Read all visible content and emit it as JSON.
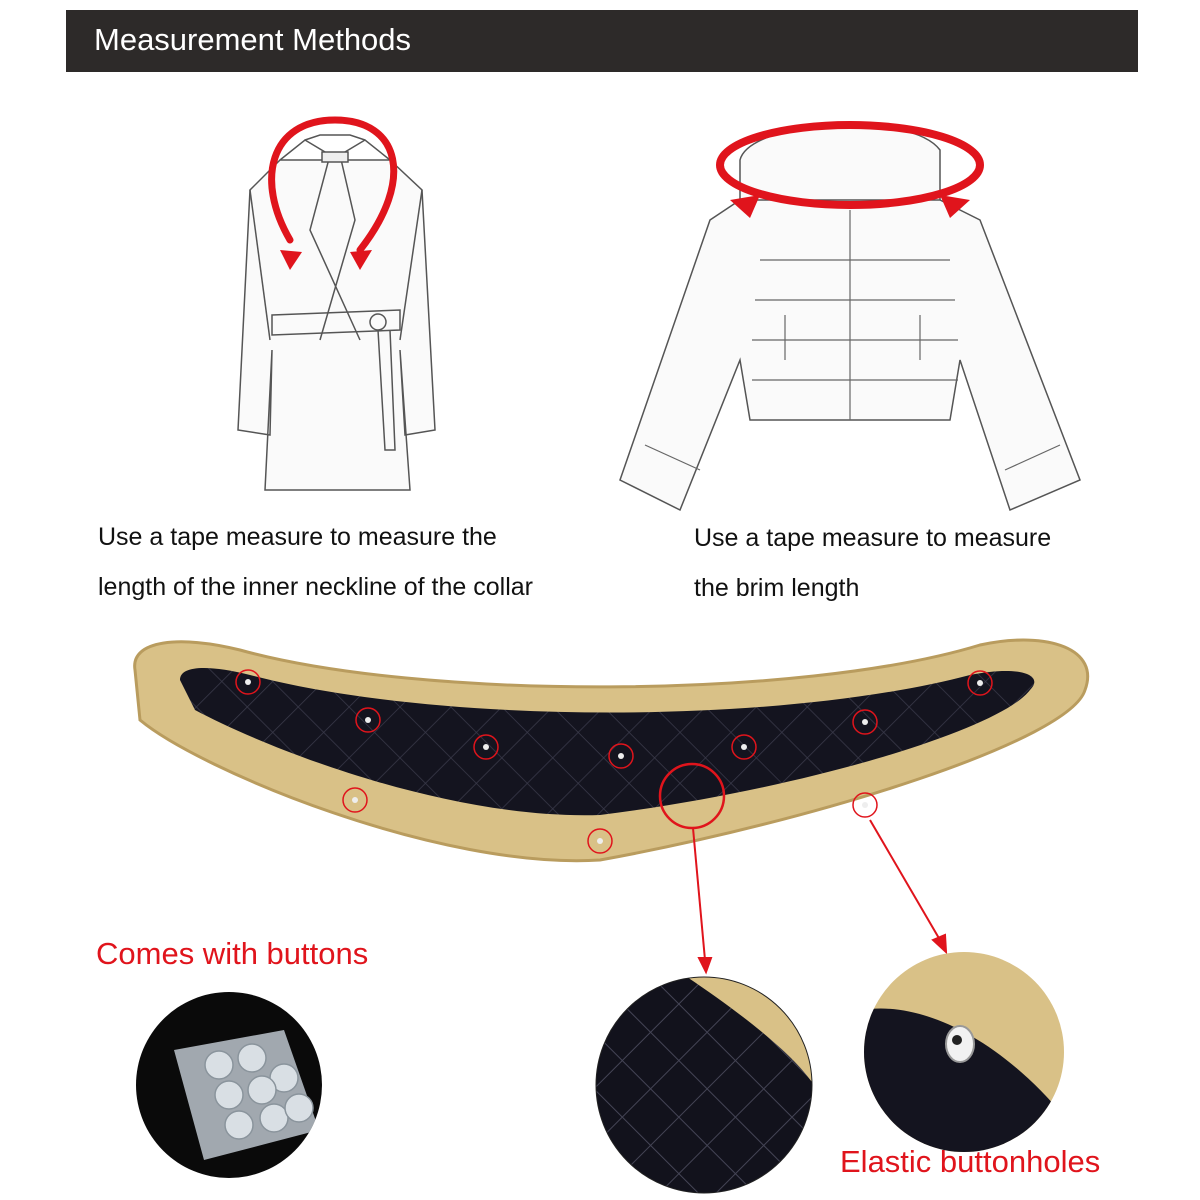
{
  "header": {
    "title": "Measurement Methods"
  },
  "left_panel": {
    "caption_line1": "Use a tape measure to measure the",
    "caption_line2": "length of the inner neckline of the collar"
  },
  "right_panel": {
    "caption_line1": "Use a tape measure to measure",
    "caption_line2": "the brim length"
  },
  "buttons_label": "Comes with buttons",
  "buttonholes_label": "Elastic buttonholes",
  "colors": {
    "header_bg": "#2d2a29",
    "accent_red": "#e0141c",
    "fur": "#d9c187",
    "lining": "#14141f"
  }
}
